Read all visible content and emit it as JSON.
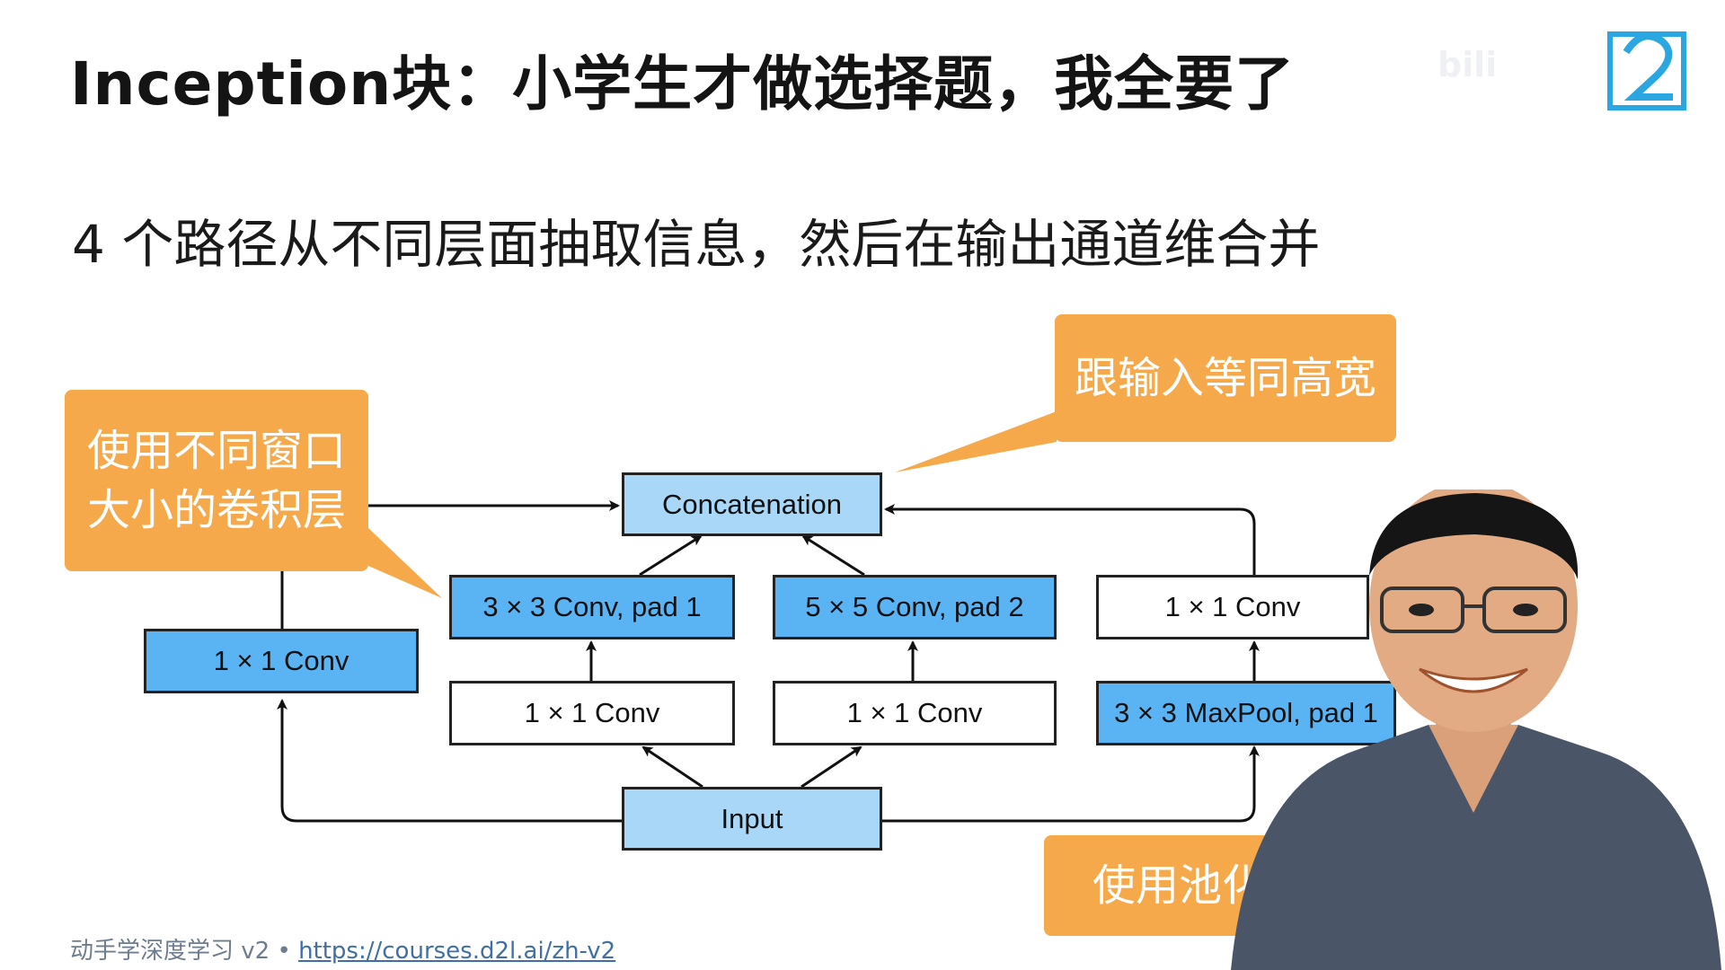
{
  "slide": {
    "title": "Inception块：小学生才做选择题，我全要了",
    "subtitle": "4 个路径从不同层面抽取信息，然后在输出通道维合并"
  },
  "diagram": {
    "concat": "Concatenation",
    "input": "Input",
    "path1_conv": "1 × 1 Conv",
    "path2_conv1": "1 × 1 Conv",
    "path2_conv3": "3 × 3 Conv, pad 1",
    "path3_conv1": "1 × 1 Conv",
    "path3_conv5": "5 × 5 Conv, pad 2",
    "path4_pool": "3 × 3 MaxPool, pad 1",
    "path4_conv": "1 × 1 Conv"
  },
  "callouts": {
    "left_line1": "使用不同窗口",
    "left_line2": "大小的卷积层",
    "top": "跟输入等同高宽",
    "bottom": "使用池化"
  },
  "footer": {
    "text": "动手学深度学习 v2 • ",
    "link": "https://courses.d2l.ai/zh-v2"
  },
  "colors": {
    "box_blue": "#5ab4f3",
    "box_lightblue": "#a9d7f8",
    "callout_orange": "#f5a94a"
  }
}
